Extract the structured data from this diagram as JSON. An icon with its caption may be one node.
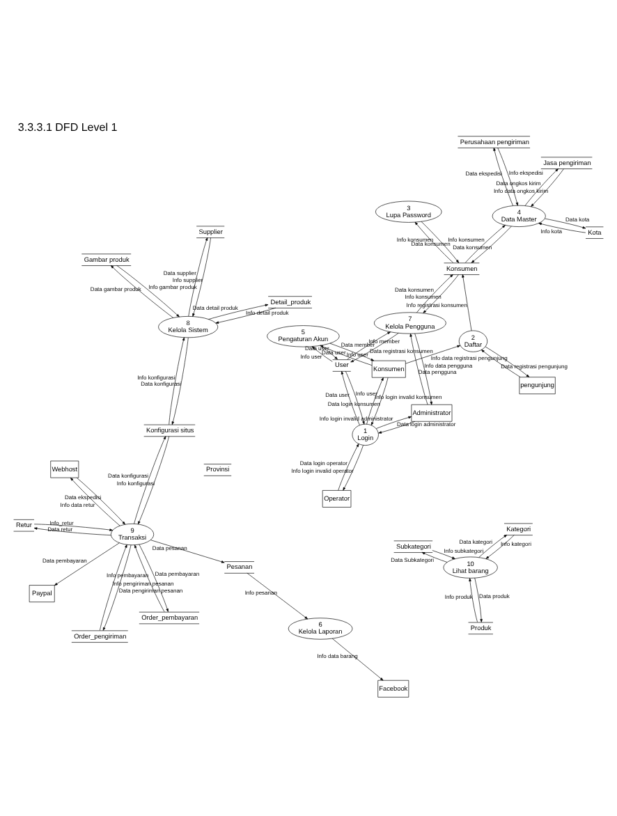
{
  "diagram": {
    "title": "3.3.3.1 DFD Level 1",
    "nodes": [
      {
        "text": [
          "Konsumen"
        ]
      },
      {
        "text": [
          "Kota"
        ]
      },
      {
        "text": [
          "Provinsi"
        ]
      },
      {
        "text": [
          "Operator"
        ]
      },
      {
        "text": [
          "1",
          "Login"
        ]
      },
      {
        "text": [
          "User"
        ]
      },
      {
        "text": [
          "5",
          "Pengaturan Akun"
        ]
      },
      {
        "text": [
          "7",
          "Kelola Pengguna"
        ]
      },
      {
        "text": [
          "Administrator"
        ]
      },
      {
        "text": [
          "Konsumen"
        ]
      },
      {
        "text": [
          "2",
          "Daftar"
        ]
      },
      {
        "text": [
          "4",
          "Data Master"
        ]
      },
      {
        "text": [
          "3",
          "Lupa Password"
        ]
      },
      {
        "text": [
          "pengunjung"
        ]
      },
      {
        "text": [
          "Jasa pengiriman"
        ]
      },
      {
        "text": [
          "Perusahaan pengiriman"
        ]
      },
      {
        "text": [
          "Retur"
        ]
      },
      {
        "text": [
          "Order_pembayaran"
        ]
      },
      {
        "text": [
          "Order_pengiriman"
        ]
      },
      {
        "text": [
          "Webhost"
        ]
      },
      {
        "text": [
          "Pesanan"
        ]
      },
      {
        "text": [
          "6",
          "Kelola Laporan"
        ]
      },
      {
        "text": [
          "9",
          "Transaksi"
        ]
      },
      {
        "text": [
          "Facebook"
        ]
      },
      {
        "text": [
          "Paypal"
        ]
      },
      {
        "text": [
          "Konfigurasi situs"
        ]
      },
      {
        "text": [
          "8",
          "Kelola Sistem"
        ]
      },
      {
        "text": [
          "Gambar produk"
        ]
      },
      {
        "text": [
          "Detail_produk"
        ]
      },
      {
        "text": [
          "Supplier"
        ]
      },
      {
        "text": [
          "Subkategori"
        ]
      },
      {
        "text": [
          "Kategori"
        ]
      },
      {
        "text": [
          "Produk"
        ]
      },
      {
        "text": [
          "10",
          "Lihat barang"
        ]
      }
    ],
    "edges": [
      {
        "from": 0,
        "to": 4,
        "arrow": "to",
        "label": "Data login konsumen"
      },
      {
        "from": 4,
        "to": 0,
        "arrow": "to",
        "label": "Info login invalid konsumen"
      },
      {
        "from": 8,
        "to": 4,
        "arrow": "to",
        "label": "Data login administrator"
      },
      {
        "from": 4,
        "to": 8,
        "arrow": "to",
        "label": "Info login invalid administrator"
      },
      {
        "from": 3,
        "to": 4,
        "arrow": "to",
        "label": "Data login operator"
      },
      {
        "from": 4,
        "to": 3,
        "arrow": "to",
        "label": "Info login invalid operator"
      },
      {
        "from": 4,
        "to": 5,
        "arrow": "to",
        "label": "Data user"
      },
      {
        "from": 5,
        "to": 4,
        "arrow": "to",
        "label": "Info user"
      },
      {
        "from": 0,
        "to": 6,
        "arrow": "to",
        "label": "Data user"
      },
      {
        "from": 6,
        "to": 0,
        "arrow": "to",
        "label": "Info user"
      },
      {
        "from": 6,
        "to": 5,
        "arrow": "to",
        "label": "Data user"
      },
      {
        "from": 5,
        "to": 6,
        "arrow": "to",
        "label": "Info user"
      },
      {
        "from": 7,
        "to": 5,
        "arrow": "to",
        "label": "Data member"
      },
      {
        "from": 5,
        "to": 7,
        "arrow": "to",
        "label": "Info member"
      },
      {
        "from": 7,
        "to": 9,
        "arrow": "to",
        "label": "Data konsumen"
      },
      {
        "from": 9,
        "to": 7,
        "arrow": "to",
        "label": "Info konsumen"
      },
      {
        "from": 8,
        "to": 7,
        "arrow": "to",
        "label": "Data pengguna"
      },
      {
        "from": 7,
        "to": 8,
        "arrow": "to",
        "label": "Info data pengguna"
      },
      {
        "from": 0,
        "to": 10,
        "arrow": "to",
        "label": "Data registrasi konsumen"
      },
      {
        "from": 10,
        "to": 9,
        "arrow": "to",
        "label": "Info registrasi konsumen"
      },
      {
        "from": 13,
        "to": 10,
        "arrow": "to",
        "label": "Data registrasi pengunjung"
      },
      {
        "from": 10,
        "to": 13,
        "arrow": "to",
        "label": "Info data registrasi pengunjung"
      },
      {
        "from": 12,
        "to": 9,
        "arrow": "to",
        "label": "Data konsumen"
      },
      {
        "from": 9,
        "to": 12,
        "arrow": "to",
        "label": "Info konsumen"
      },
      {
        "from": 11,
        "to": 1,
        "arrow": "to",
        "label": "Data kota"
      },
      {
        "from": 1,
        "to": 11,
        "arrow": "to",
        "label": "Info kota"
      },
      {
        "from": 11,
        "to": 9,
        "arrow": "to",
        "label": "Data konsumen"
      },
      {
        "from": 9,
        "to": 11,
        "arrow": "to",
        "label": "Info konsumen"
      },
      {
        "from": 11,
        "to": 14,
        "arrow": "to",
        "label": "Data ongkos kirim"
      },
      {
        "from": 14,
        "to": 11,
        "arrow": "to",
        "label": "Info data ongkos kirim"
      },
      {
        "from": 11,
        "to": 15,
        "arrow": "to",
        "label": "Data ekspedisi"
      },
      {
        "from": 15,
        "to": 11,
        "arrow": "to",
        "label": "Info ekspedisi"
      },
      {
        "from": 22,
        "to": 20,
        "arrow": "to",
        "label": "Data pesanan"
      },
      {
        "from": 20,
        "to": 21,
        "arrow": "to",
        "label": "Info pesanan"
      },
      {
        "from": 16,
        "to": 22,
        "arrow": "to",
        "label": "Info_retur"
      },
      {
        "from": 22,
        "to": 16,
        "arrow": "to",
        "label": "Data retur"
      },
      {
        "from": 22,
        "to": 17,
        "arrow": "to",
        "label": "Data pembayaran"
      },
      {
        "from": 17,
        "to": 22,
        "arrow": "to",
        "label": "Info pembayaran"
      },
      {
        "from": 22,
        "to": 18,
        "arrow": "to",
        "label": "Data pengiriman pesanan"
      },
      {
        "from": 18,
        "to": 22,
        "arrow": "to",
        "label": "Info pengiriman pesanan"
      },
      {
        "from": 22,
        "to": 19,
        "arrow": "to",
        "label": "Info data retur"
      },
      {
        "from": 19,
        "to": 22,
        "arrow": "to",
        "label": "Data ekspedisi"
      },
      {
        "from": 22,
        "to": 24,
        "arrow": "to",
        "label": "Data pembayaran"
      },
      {
        "from": 22,
        "to": 25,
        "arrow": "to",
        "label": "Data konfigurasi"
      },
      {
        "from": 25,
        "to": 22,
        "arrow": "to",
        "label": "Info konfigurasi"
      },
      {
        "from": 26,
        "to": 25,
        "arrow": "to",
        "label": "Data konfigurasi"
      },
      {
        "from": 25,
        "to": 26,
        "arrow": "to",
        "label": "Info konfigurasi"
      },
      {
        "from": 21,
        "to": 23,
        "arrow": "to",
        "label": "Info data barang"
      },
      {
        "from": 33,
        "to": 30,
        "arrow": "to",
        "label": "Data Subkategori"
      },
      {
        "from": 30,
        "to": 33,
        "arrow": "to",
        "label": "Info subkategori"
      },
      {
        "from": 33,
        "to": 31,
        "arrow": "to",
        "label": "Data kategori"
      },
      {
        "from": 31,
        "to": 33,
        "arrow": "to",
        "label": "Info kategori"
      },
      {
        "from": 33,
        "to": 32,
        "arrow": "to",
        "label": "Data produk"
      },
      {
        "from": 32,
        "to": 33,
        "arrow": "to",
        "label": "Info produk"
      },
      {
        "from": 26,
        "to": 27,
        "arrow": "to",
        "label": "Data gambar produk"
      },
      {
        "from": 27,
        "to": 26,
        "arrow": "to",
        "label": "Info gambar produk"
      },
      {
        "from": 26,
        "to": 28,
        "arrow": "to",
        "label": "Data detail produk"
      },
      {
        "from": 28,
        "to": 26,
        "arrow": "to",
        "label": "Info detail produk"
      },
      {
        "from": 26,
        "to": 29,
        "arrow": "to",
        "label": "Data supplier"
      },
      {
        "from": 29,
        "to": 26,
        "arrow": "to",
        "label": "Info supplier"
      }
    ]
  }
}
